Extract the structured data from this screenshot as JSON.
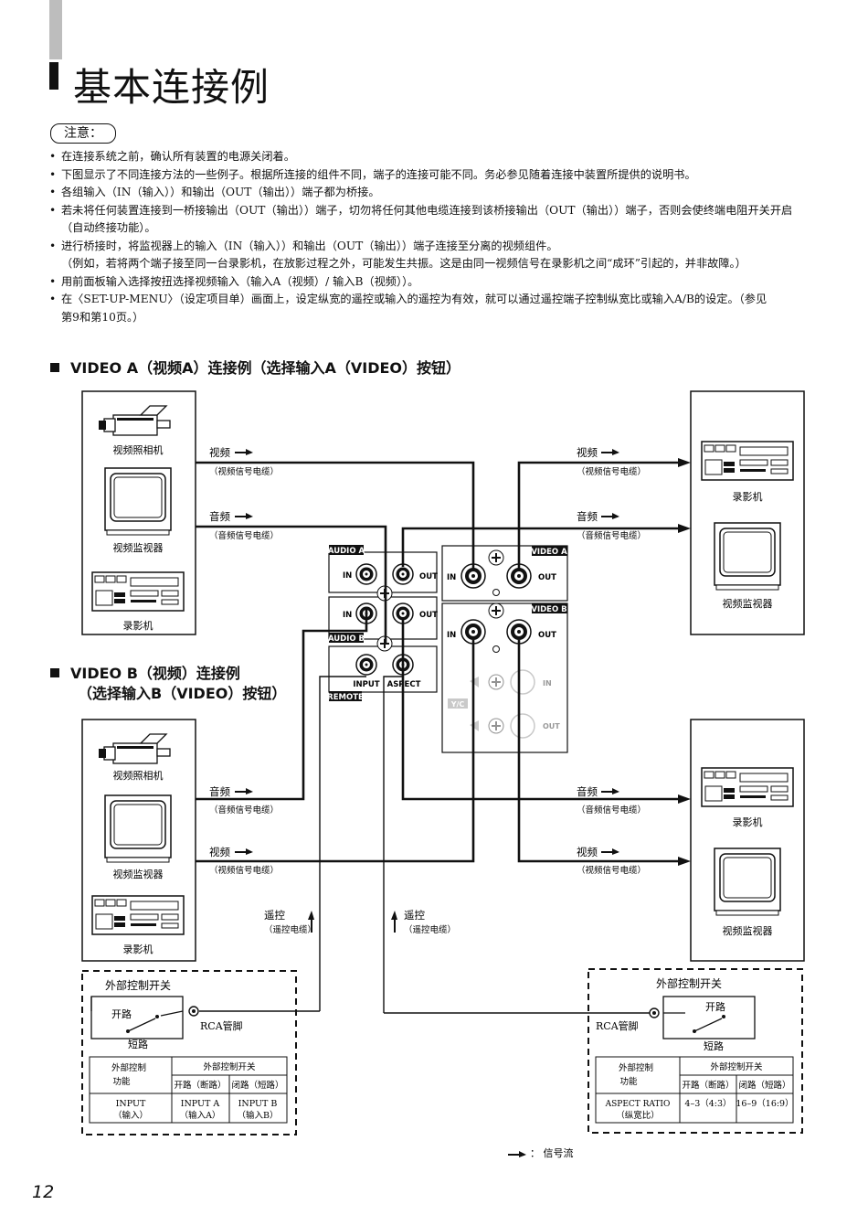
{
  "header": {
    "title": "基本连接例"
  },
  "caution_label": "注意：",
  "notes": [
    "在连接系统之前，确认所有装置的电源关闭着。",
    "下图显示了不同连接方法的一些例子。根据所连接的组件不同，端子的连接可能不同。务必参见随着连接中装置所提供的说明书。",
    "各组输入（IN（输入））和输出（OUT（输出））端子都为桥接。",
    "若未将任何装置连接到一桥接输出（OUT（输出））端子，切勿将任何其他电缆连接到该桥接输出（OUT（输出））端子，否则会使终端电阻开关开启",
    "（自动终接功能）。",
    "进行桥接时，将监视器上的输入（IN（输入））和输出（OUT（输出））端子连接至分离的视频组件。",
    "（例如，若将两个端子接至同一台录影机，在放影过程之外，可能发生共振。这是由同一视频信号在录影机之间“成环”引起的，并非故障。）",
    "用前面板输入选择按扭选择视频输入（输入A（视频）/ 输入B（视频））。",
    "在〈SET-UP-MENU〉（设定项目单）画面上，设定纵宽的遥控或输入的遥控为有效，就可以通过遥控端子控制纵宽比或输入A/B的设定。（参见",
    "第9和第10页。）"
  ],
  "section_a": {
    "title": "VIDEO A（视频A）连接例（选择输入A（VIDEO）按钮）"
  },
  "section_b": {
    "line1": "VIDEO B（视频）连接例",
    "line2": "（选择输入B（VIDEO）按钮）"
  },
  "devices": {
    "camera": "视频照相机",
    "monitor": "视频监视器",
    "vcr": "录影机"
  },
  "cables": {
    "video": "视频",
    "video_cable": "（视频信号电缆）",
    "audio": "音频",
    "audio_cable": "（音频信号电缆）",
    "remote": "遥控",
    "remote_cable": "（遥控电缆）"
  },
  "panel": {
    "audio_a": "AUDIO A",
    "audio_b": "AUDIO B",
    "video_a": "VIDEO A",
    "video_b": "VIDEO B",
    "remote": "REMOTE",
    "yc": "Y/C",
    "in": "IN",
    "out": "OUT",
    "input": "INPUT",
    "aspect": "ASPECT"
  },
  "external_switch": {
    "title": "外部控制开关",
    "open": "开路",
    "short": "短路",
    "rca": "RCA管脚",
    "left_table": {
      "h_func": [
        "外部控制",
        "功能"
      ],
      "h_switch": "外部控制开关",
      "h_open": "开路（断路）",
      "h_closed": "闭路（短路）",
      "row_func": [
        "INPUT",
        "（输入）"
      ],
      "row_open": [
        "INPUT A",
        "（输入A）"
      ],
      "row_closed": [
        "INPUT B",
        "（输入B）"
      ]
    },
    "right_table": {
      "h_func": [
        "外部控制",
        "功能"
      ],
      "h_switch": "外部控制开关",
      "h_open": "开路（断路）",
      "h_closed": "闭路（短路）",
      "row_func": [
        "ASPECT RATIO",
        "（纵宽比）"
      ],
      "row_open": "4–3（4:3）",
      "row_closed": "16–9（16:9）"
    }
  },
  "legend": {
    "signal_flow": "：  信号流"
  },
  "page_number": "12"
}
